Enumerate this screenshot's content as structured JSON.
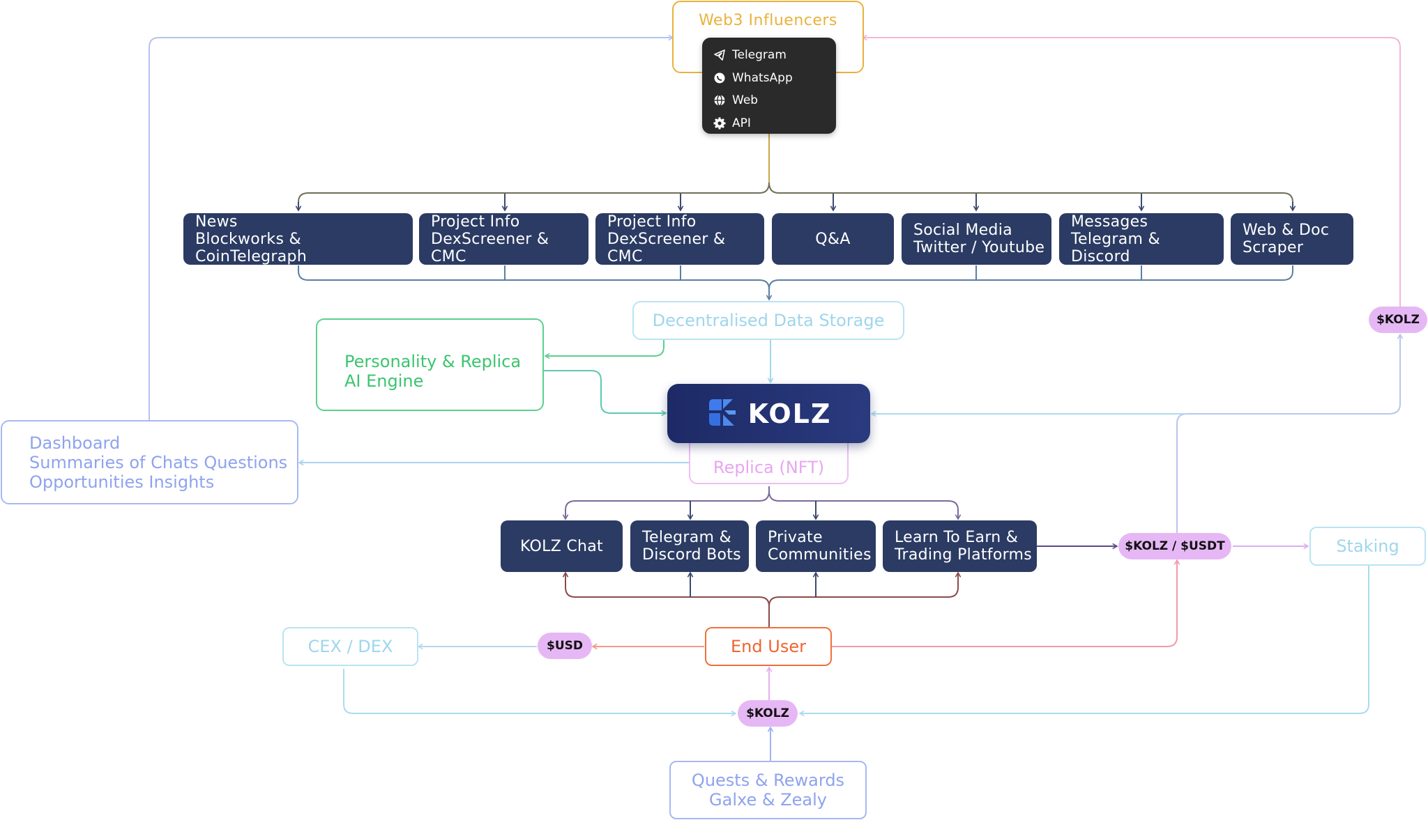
{
  "influencers": {
    "title": "Web3 Influencers",
    "channels": [
      {
        "label": "Telegram",
        "icon": "telegram-icon"
      },
      {
        "label": "WhatsApp",
        "icon": "whatsapp-icon"
      },
      {
        "label": "Web",
        "icon": "globe-icon"
      },
      {
        "label": "API",
        "icon": "gear-icon"
      }
    ]
  },
  "sources": [
    {
      "line1": "News",
      "line2": "Blockworks & CoinTelegraph"
    },
    {
      "line1": "Project Info",
      "line2": "DexScreener & CMC"
    },
    {
      "line1": "Project Info",
      "line2": "DexScreener & CMC"
    },
    {
      "line1": "Q&A",
      "line2": ""
    },
    {
      "line1": "Social Media",
      "line2": "Twitter / Youtube"
    },
    {
      "line1": "Messages",
      "line2": "Telegram & Discord"
    },
    {
      "line1": "Web & Doc",
      "line2": "Scraper"
    }
  ],
  "storage": {
    "label": "Decentralised Data Storage"
  },
  "engine": {
    "line1": "Personality & Replica",
    "line2": "AI Engine"
  },
  "kolz": {
    "name": "KOLZ"
  },
  "replica": {
    "label": "Replica (NFT)"
  },
  "dashboard": {
    "line1": "Dashboard",
    "line2": "Summaries of Chats Questions",
    "line3": "Opportunities Insights"
  },
  "products": [
    {
      "line1": "KOLZ Chat",
      "line2": ""
    },
    {
      "line1": "Telegram &",
      "line2": "Discord Bots"
    },
    {
      "line1": "Private",
      "line2": "Communities"
    },
    {
      "line1": "Learn To Earn &",
      "line2": "Trading Platforms"
    }
  ],
  "end_user": {
    "label": "End User"
  },
  "cex": {
    "label": "CEX / DEX"
  },
  "staking": {
    "label": "Staking"
  },
  "quests": {
    "line1": "Quests & Rewards",
    "line2": "Galxe & Zealy"
  },
  "tokens": {
    "kolz_right": "$KOLZ",
    "kolz_usdt": "$KOLZ / $USDT",
    "usd": "$USD",
    "kolz_bottom": "$KOLZ"
  },
  "colors": {
    "yellow": "#e8b23c",
    "navy": "#2b3b63",
    "cyan": "#a6def0",
    "green": "#4fcf7d",
    "purple": "#e6b7f5",
    "periwinkle": "#9fb2f4",
    "orange": "#f0703a",
    "maroon": "#7a3b3b",
    "pink": "#f3a8cc"
  }
}
